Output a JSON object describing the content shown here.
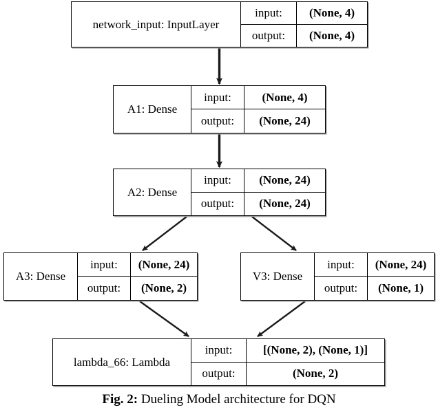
{
  "figure": {
    "caption_label": "Fig. 2:",
    "caption_text": " Dueling Model architecture for DQN",
    "io_labels": {
      "input": "input:",
      "output": "output:"
    }
  },
  "nodes": [
    {
      "id": "network_input",
      "name": "network_input: InputLayer",
      "input": "(None, 4)",
      "output": "(None, 4)"
    },
    {
      "id": "A1",
      "name": "A1: Dense",
      "input": "(None, 4)",
      "output": "(None, 24)"
    },
    {
      "id": "A2",
      "name": "A2: Dense",
      "input": "(None, 24)",
      "output": "(None, 24)"
    },
    {
      "id": "A3",
      "name": "A3: Dense",
      "input": "(None, 24)",
      "output": "(None, 2)"
    },
    {
      "id": "V3",
      "name": "V3: Dense",
      "input": "(None, 24)",
      "output": "(None, 1)"
    },
    {
      "id": "lambda_66",
      "name": "lambda_66: Lambda",
      "input": "[(None, 2), (None, 1)]",
      "output": "(None, 2)"
    }
  ],
  "edges": [
    {
      "from": "network_input",
      "to": "A1"
    },
    {
      "from": "A1",
      "to": "A2"
    },
    {
      "from": "A2",
      "to": "A3"
    },
    {
      "from": "A2",
      "to": "V3"
    },
    {
      "from": "A3",
      "to": "lambda_66"
    },
    {
      "from": "V3",
      "to": "lambda_66"
    }
  ],
  "colors": {
    "background": "#ffffff",
    "border": "#000000",
    "text": "#000000",
    "shadow": "#9a9a9a",
    "edge": "#1a1a1a"
  }
}
